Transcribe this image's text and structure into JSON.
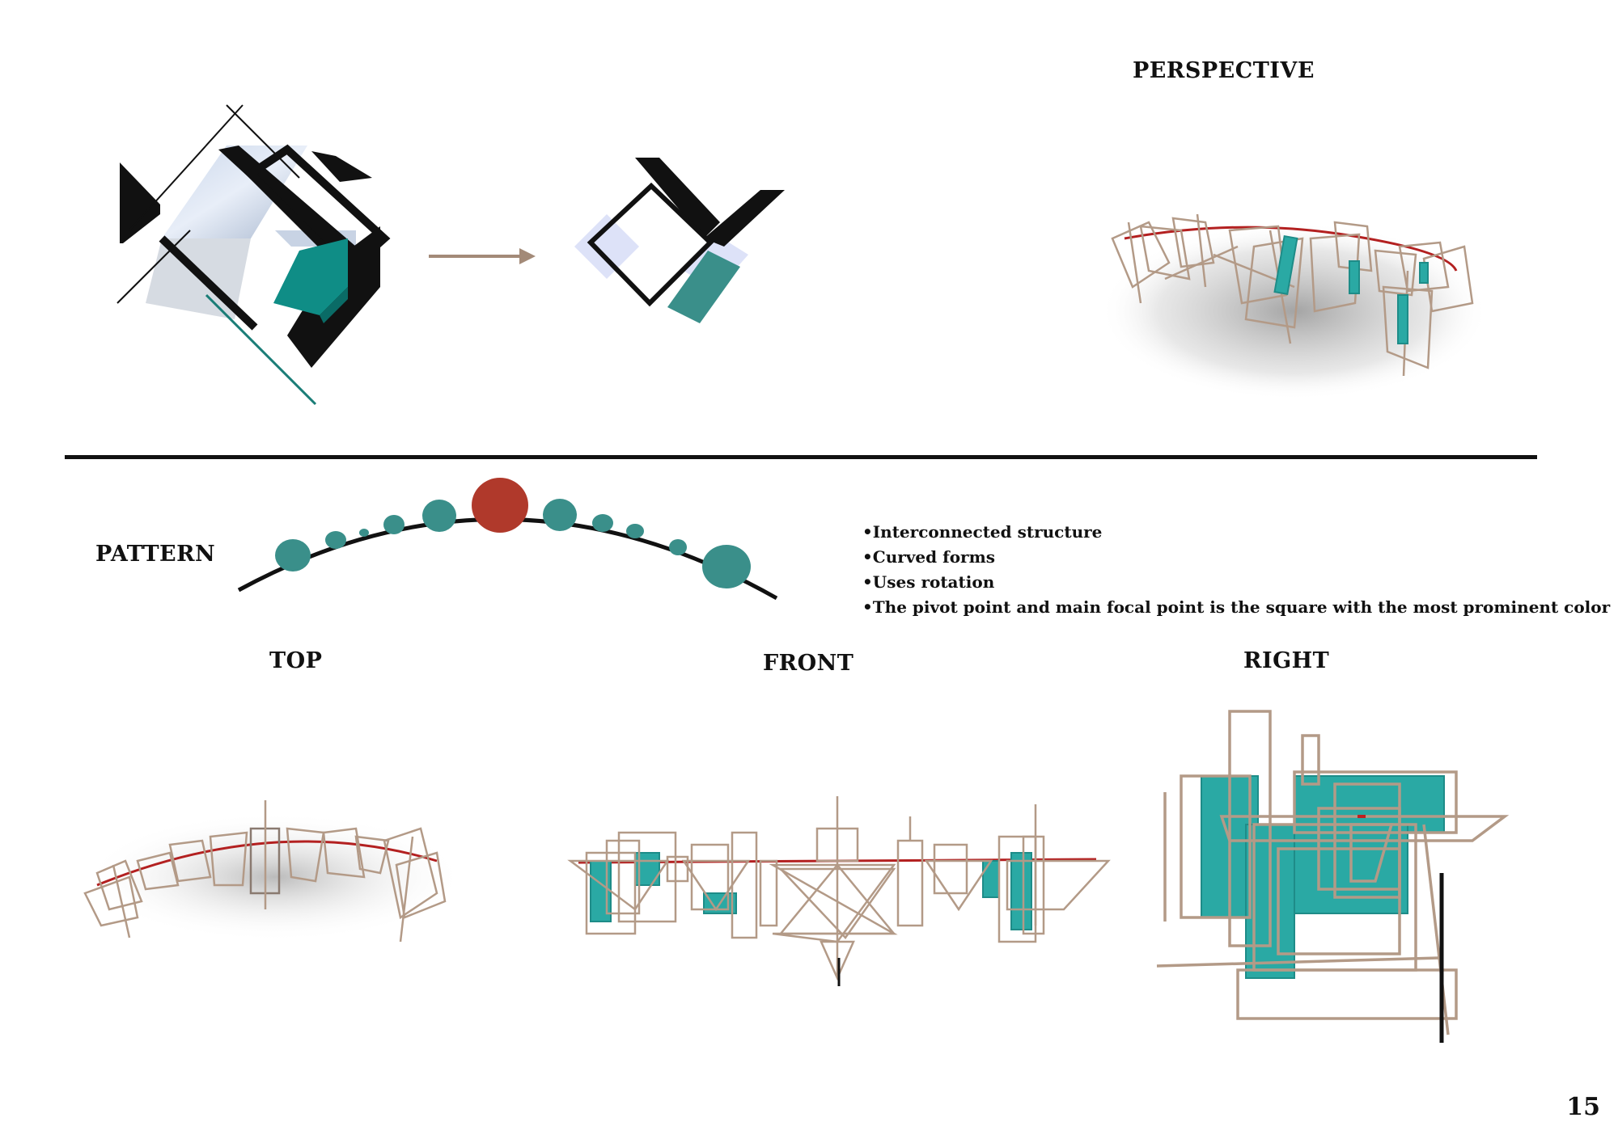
{
  "labels": {
    "perspective": "PERSPECTIVE",
    "pattern": "PATTERN",
    "top": "TOP",
    "front": "FRONT",
    "right": "RIGHT"
  },
  "bullets": [
    "Interconnected structure",
    "Curved forms",
    "Uses rotation",
    "The pivot point and main focal point is the square with the most prominent color"
  ],
  "page_number": "15",
  "colors": {
    "teal": "#3a8f8a",
    "focal_red": "#b0392b",
    "lavender": "#dde2f8",
    "wood": "#b39a87",
    "line": "#111111"
  },
  "icons": [
    "arrow-right-icon"
  ]
}
